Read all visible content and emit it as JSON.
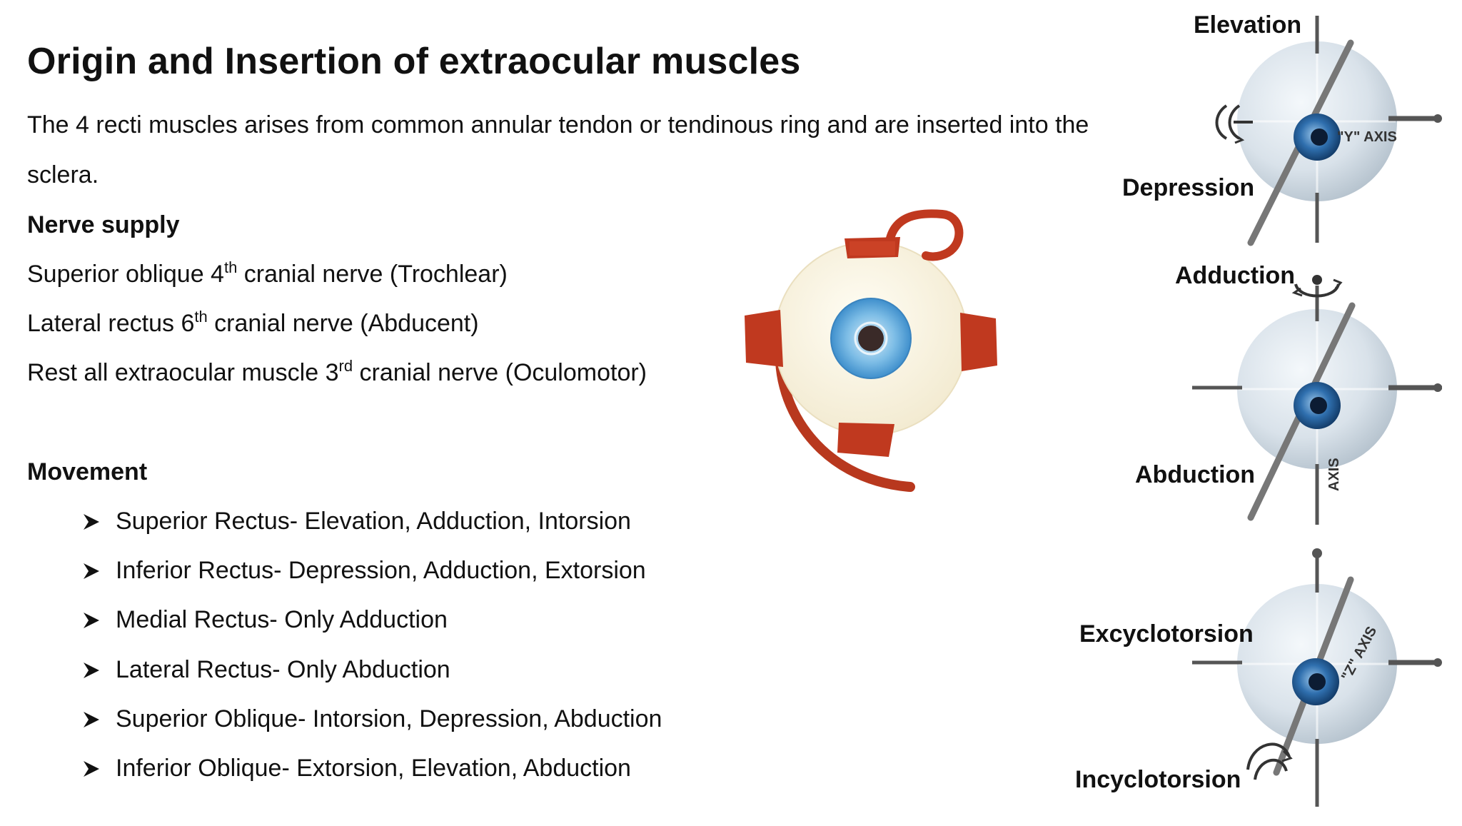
{
  "title": "Origin and Insertion of extraocular muscles",
  "intro": {
    "line1": "The 4 recti muscles arises from common annular tendon or tendinous ring and are inserted into the",
    "line2": "sclera."
  },
  "nerve_supply": {
    "heading": "Nerve supply",
    "items": [
      {
        "pre": "Superior oblique 4",
        "sup": "th",
        "post": " cranial nerve (Trochlear)"
      },
      {
        "pre": "Lateral rectus 6",
        "sup": "th",
        "post": " cranial nerve (Abducent)"
      },
      {
        "pre": "Rest all extraocular muscle 3",
        "sup": "rd",
        "post": " cranial nerve (Oculomotor)"
      }
    ]
  },
  "movement": {
    "heading": "Movement",
    "bullet_icon": "arrowhead-bullet-icon",
    "items": [
      "Superior Rectus- Elevation, Adduction, Intorsion",
      "Inferior Rectus- Depression, Adduction, Extorsion",
      "Medial Rectus- Only Adduction",
      "Lateral Rectus- Only Abduction",
      "Superior Oblique- Intorsion, Depression, Abduction",
      "Inferior Oblique- Extorsion, Elevation, Abduction"
    ]
  },
  "rotation_diagram": {
    "labels": {
      "elevation": "Elevation",
      "depression": "Depression",
      "adduction": "Adduction",
      "abduction": "Abduction",
      "excyclotorsion": "Excyclotorsion",
      "incyclotorsion": "Incyclotorsion"
    },
    "axes": {
      "y": "\"Y\" AXIS",
      "x": "AXIS",
      "z": "\"Z\" AXIS"
    }
  },
  "colors": {
    "muscle": "#c0391f",
    "sclera": "#fbf6e6",
    "iris": "#5fa8dc",
    "globe": "#dfe7ef",
    "axis_rod": "#5a5a5a"
  }
}
